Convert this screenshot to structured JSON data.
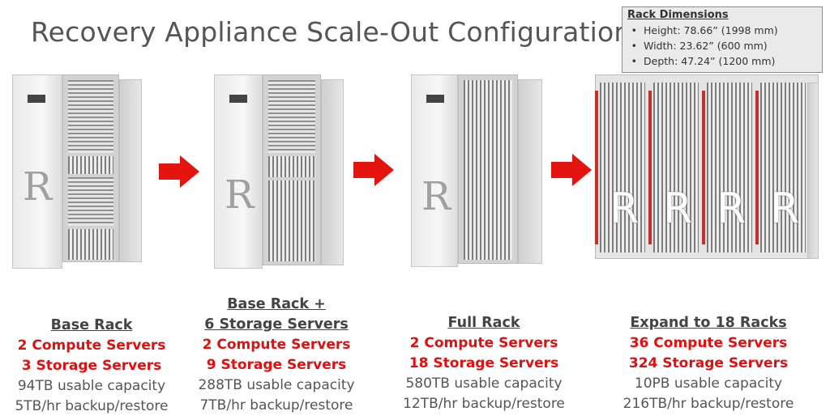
{
  "title": "Recovery Appliance Scale-Out Configuration",
  "dimensions": {
    "header": "Rack Dimensions",
    "items": [
      "Height: 78.66” (1998 mm)",
      "Width:  23.62” (600 mm)",
      "Depth:  47.24” (1200 mm)"
    ]
  },
  "configs": [
    {
      "head": [
        "Base Rack"
      ],
      "compute": "2 Compute Servers",
      "storage": "3 Storage Servers",
      "capacity": "94TB usable capacity",
      "throughput": "5TB/hr backup/restore"
    },
    {
      "head": [
        "Base Rack +",
        "6 Storage Servers"
      ],
      "compute": "2 Compute Servers",
      "storage": "9 Storage Servers",
      "capacity": "288TB usable capacity",
      "throughput": "7TB/hr backup/restore"
    },
    {
      "head": [
        "Full Rack"
      ],
      "compute": "2 Compute Servers",
      "storage": "18 Storage Servers",
      "capacity": "580TB usable capacity",
      "throughput": "12TB/hr backup/restore"
    },
    {
      "head": [
        "Expand to 18 Racks"
      ],
      "compute": "36 Compute Servers",
      "storage": "324 Storage Servers",
      "capacity": "10PB usable capacity",
      "throughput": "216TB/hr backup/restore"
    }
  ],
  "colors": {
    "accent_red": "#e01010",
    "arrow_red": "#e4150f"
  },
  "icons": [
    "rack-image",
    "right-arrow-icon"
  ]
}
